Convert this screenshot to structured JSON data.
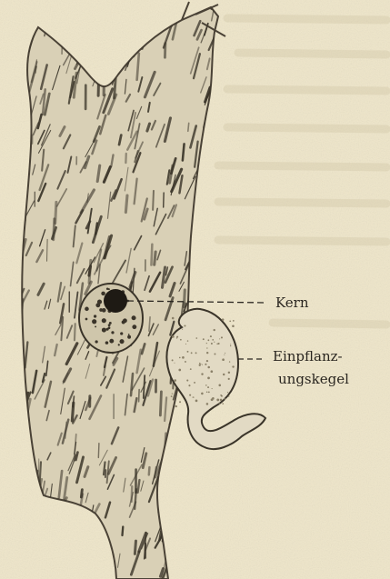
{
  "figure": {
    "labels": {
      "kern": "Kern",
      "einpflanzungskegel_line1": "Einpflanz-",
      "einpflanzungskegel_line2": "ungskegel"
    },
    "colors": {
      "paper": "#efe6c9",
      "ink": "#2a2620",
      "cell_fill": "#d9d0b6",
      "cone_fill": "#e2dac4"
    }
  }
}
